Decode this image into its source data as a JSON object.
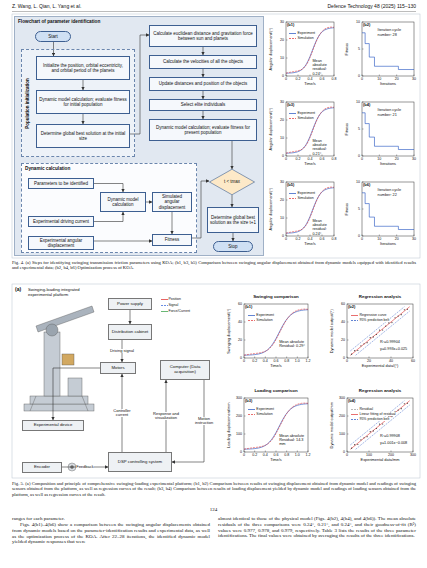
{
  "diagram": {
    "caption": "Fig. 4. (a) Steps for identifying swinging transmission friction parameters using KOA; (b1, b3, b5) Comparison between swinging angular displacement obtained from dynamic models equipped with identified results and experimental data; (b2, b4, b6) Optimization process of KOA.",
    "nodes": [
      {
        "text": [
          "Flowchart of parameter identification"
        ]
      },
      {
        "text": [
          "Start"
        ],
        "in": 0
      },
      {
        "text": [
          "Population initialization"
        ],
        "in": 0
      },
      {
        "text": [
          "Initialize the position, orbital eccentricity, and orbital period of the planets"
        ],
        "in": 2
      },
      {
        "text": [
          "Dynamic model calculation; evaluate fitness for initial population"
        ],
        "in": 2
      },
      {
        "text": [
          "Determine global best solution at the initial size"
        ],
        "in": 2
      },
      {
        "text": [
          "Calculate euclidean distance and gravitation force between sun and planets"
        ],
        "in": 0
      },
      {
        "text": [
          "Calculate the velocities of all the objects"
        ],
        "in": 0
      },
      {
        "text": [
          "Update distances and position of the objects"
        ],
        "in": 0
      },
      {
        "text": [
          "Select elite individuals"
        ],
        "in": 0
      },
      {
        "text": [
          "Dynamic model calculation; evaluate fitness for present population"
        ],
        "in": 0
      },
      {
        "text": [
          "Dynamic calculation"
        ],
        "in": 0
      },
      {
        "text": [
          "Parameters to be identified"
        ],
        "in": 11
      },
      {
        "text": [
          "Dynamic model calculation"
        ],
        "in": 11
      },
      {
        "text": [
          "Simulated angular displacement"
        ],
        "in": 11
      },
      {
        "text": [
          "Experimental driving current"
        ],
        "in": 11
      },
      {
        "text": [
          "Experimental angular displacement"
        ],
        "in": 11
      },
      {
        "text": [
          "Fitness"
        ],
        "in": 11
      },
      {
        "text": [
          "t < tmax"
        ],
        "in": 0
      },
      {
        "text": [
          "Determine global best solution as the size t+1"
        ],
        "in": 0
      },
      {
        "text": [
          "Stop"
        ],
        "in": 0
      },
      {
        "text": [
          "Power supply"
        ]
      },
      {
        "text": [
          "Distribution cabinet"
        ]
      },
      {
        "text": [
          "Motors"
        ]
      },
      {
        "text": [
          "Computer (Data acquisition)"
        ]
      },
      {
        "text": [
          "Experimental device"
        ]
      },
      {
        "text": [
          "Encoder"
        ]
      },
      {
        "text": [
          "DSP controlling system"
        ]
      }
    ],
    "edges": [
      {
        "from": 1,
        "to": 3,
        "arrow": "to"
      },
      {
        "from": 3,
        "to": 4,
        "arrow": "to"
      },
      {
        "from": 4,
        "to": 5,
        "arrow": "to"
      },
      {
        "from": 5,
        "to": 6,
        "arrow": "to"
      },
      {
        "from": 6,
        "to": 7,
        "arrow": "to"
      },
      {
        "from": 7,
        "to": 8,
        "arrow": "to"
      },
      {
        "from": 8,
        "to": 9,
        "arrow": "to"
      },
      {
        "from": 9,
        "to": 10,
        "arrow": "to"
      },
      {
        "from": 10,
        "to": 18,
        "arrow": "to"
      },
      {
        "from": 18,
        "to": 19,
        "arrow": "to"
      },
      {
        "from": 19,
        "to": 20,
        "arrow": "to"
      },
      {
        "from": 12,
        "to": 13,
        "arrow": "to"
      },
      {
        "from": 15,
        "to": 13,
        "arrow": "to"
      },
      {
        "from": 13,
        "to": 14,
        "arrow": "to"
      },
      {
        "from": 14,
        "to": 17,
        "arrow": "to"
      },
      {
        "from": 16,
        "to": 17,
        "arrow": "to"
      },
      {
        "from": 17,
        "to": 18,
        "arrow": "to"
      },
      {
        "from": 21,
        "to": 22,
        "arrow": "to"
      },
      {
        "from": 22,
        "to": 23,
        "arrow": "to",
        "label": "Driving signal"
      },
      {
        "from": 27,
        "to": 23,
        "arrow": "to",
        "label": "Controller current"
      },
      {
        "from": 27,
        "to": 24,
        "arrow": "to",
        "label": "Response and visualization"
      },
      {
        "from": 24,
        "to": 27,
        "arrow": "to",
        "label": "Motion instruction"
      },
      {
        "from": 23,
        "to": 25,
        "arrow": "to"
      },
      {
        "from": 26,
        "to": 27,
        "arrow": "to",
        "label": "Feedback"
      }
    ],
    "labels": [
      "Z. Wang, L. Qian, L. Yang et al.",
      "Defence Technology 48 (2025) 115–130",
      "(a)",
      "Swinging-loading integrated experimental platform",
      "Fig. 5. (a) Composition and principle of comprehensive swinging-loading experimental platform; (b1, b2) Comparison between results of swinging displacement obtained from dynamic model and readings of swinging sensors obtained from the platform, as well as regression curves of the result; (b3, b4) Comparison between results of loading displacement yielded by dynamic model and readings of loading sensors obtained from the platform, as well as regression curves of the result.",
      "124",
      "ranges for each parameter.",
      "Figs. 4(b1)–4(b6) show a comparison between the swinging angular displacements obtained from dynamic models based on the parameter-identification results and experimental data, as well as the optimization process of the KOA. After 22–28 iterations, the identified dynamic model yielded dynamic responses that were",
      "almost identical to those of the physical model (Figs. 4(b2), 4(b4), and 4(b6)). The mean absolute residuals of the three comparisons were 0.24°, 0.21°, and 0.24°, and their goodness-of-fit (R²) values were 0.977, 0.978, and 0.979, respectively. Table 3 lists the results of the three parameter identifications. The final values were obtained by averaging the results of the three identifications.",
      "(b1)",
      "Angular displacement/(°)",
      "Time/s",
      "0",
      "0.2",
      "0.4",
      "0.6",
      "0.8",
      "0",
      "10",
      "20",
      "30",
      "Mean absolute residual: 0.24°",
      "(b2)",
      "Fitness",
      "Iterations",
      "0",
      "10",
      "20",
      "30",
      "0",
      "5",
      "10",
      "Iteration cycle number: 28",
      "(b3)",
      "Angular displacement/(°)",
      "Time/s",
      "0",
      "0.2",
      "0.4",
      "0.6",
      "0.8",
      "0",
      "10",
      "20",
      "30",
      "Mean absolute residual: 0.21°",
      "(b4)",
      "Fitness",
      "Iterations",
      "0",
      "10",
      "20",
      "30",
      "0",
      "5",
      "10",
      "Iteration cycle number: 21",
      "(b5)",
      "Angular displacement/(°)",
      "Time/s",
      "0",
      "0.2",
      "0.4",
      "0.6",
      "0.8",
      "0",
      "10",
      "20",
      "30",
      "Mean absolute residual: 0.24°",
      "(b6)",
      "Fitness",
      "Iterations",
      "0",
      "10",
      "20",
      "30",
      "0",
      "5",
      "10",
      "Iteration cycle number: 22",
      "(b1)",
      "Swinging displacement/(°)",
      "Time/s",
      "0",
      "0.2",
      "0.4",
      "0.6",
      "0.8",
      "1.0",
      "1.2",
      "0",
      "20",
      "40",
      "60",
      "Swinging comparison",
      "Mean absolute Residual: 0.29°",
      "(b2)",
      "Dynamic model output/(°)",
      "Experimental data/(°)",
      "0",
      "20",
      "40",
      "60",
      "0",
      "20",
      "40",
      "60",
      "Regression analysis",
      "R²=0.99904",
      "y=0.993x+0.025",
      "(b3)",
      "Loading displacement/mm",
      "Time/s",
      "0",
      "0.2",
      "0.4",
      "0.6",
      "0.8",
      "1.0",
      "1.2",
      "0",
      "100",
      "200",
      "300",
      "Loading comparison",
      "Mean absolute Residual: 14.3 mm",
      "(b4)",
      "Dynamic model output/mm",
      "Experimental data/mm",
      "0",
      "100",
      "200",
      "300",
      "0",
      "100",
      "200",
      "300",
      "Regression analysis",
      "R²=0.99908",
      "y=1.001x−0.008"
    ],
    "legend": [
      {
        "text": "Experiment"
      },
      {
        "text": "Simulation"
      },
      {
        "text": "Experiment"
      },
      {
        "text": "Simulation"
      },
      {
        "text": "Experiment"
      },
      {
        "text": "Simulation"
      },
      {
        "text": "Position"
      },
      {
        "text": "Signal"
      },
      {
        "text": "Force/Current"
      },
      {
        "text": "Experiment"
      },
      {
        "text": "Simulation"
      },
      {
        "text": "Regressive curve"
      },
      {
        "text": "95% prediction belt"
      },
      {
        "text": "Experiment"
      },
      {
        "text": "Simulation"
      },
      {
        "text": "Residual"
      },
      {
        "text": "Linear fitting of residual"
      },
      {
        "text": "95% prediction belt"
      }
    ]
  }
}
